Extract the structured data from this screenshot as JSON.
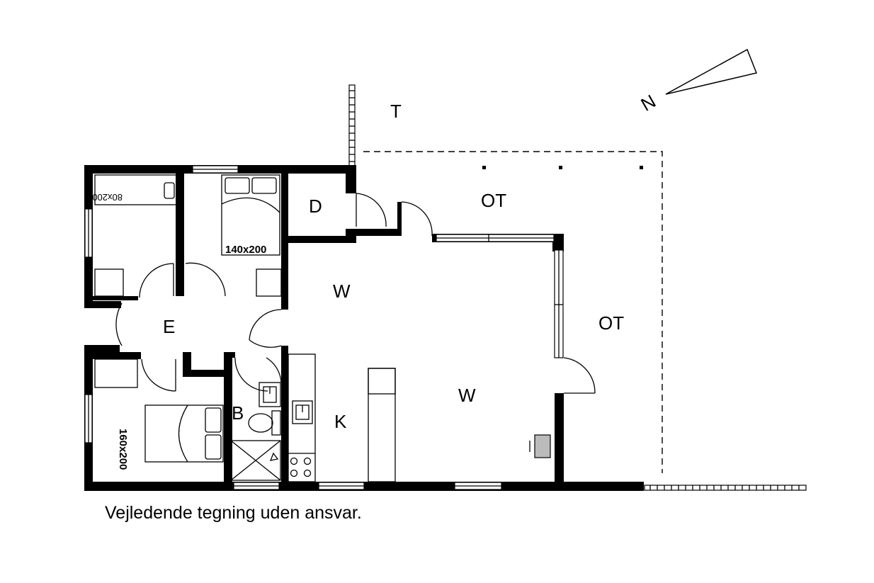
{
  "rooms": {
    "terrace": "T",
    "covered_terrace_top": "OT",
    "covered_terrace_right": "OT",
    "depot": "D",
    "living_upper": "W",
    "living_lower": "W",
    "entrance": "E",
    "bathroom": "B",
    "kitchen": "K"
  },
  "beds": {
    "single": "80x200",
    "double_upper": "140x200",
    "double_lower": "160x200"
  },
  "compass": {
    "north": "N"
  },
  "disclaimer": "Vejledende tegning uden ansvar."
}
